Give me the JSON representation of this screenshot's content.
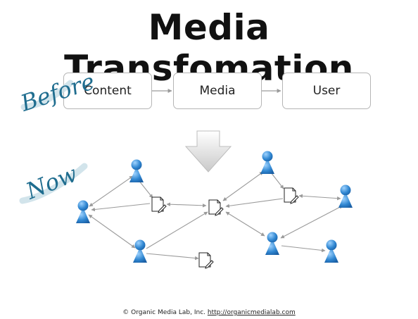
{
  "title": "Media Transfomation",
  "before": {
    "label": "Before",
    "boxes": [
      "Content",
      "Media",
      "User"
    ]
  },
  "now": {
    "label": "Now"
  },
  "footer": {
    "text": "© Organic Media Lab, Inc.",
    "link": "http://organicmedialab.com"
  },
  "colors": {
    "user_icon": "#2f86d1",
    "box_border": "#b5b5b5",
    "arrow": "#9a9a9a",
    "script_label": "#1f6d8f"
  }
}
